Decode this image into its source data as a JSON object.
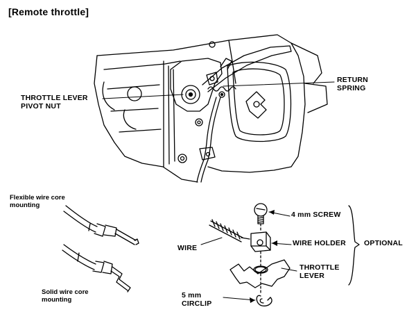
{
  "title": "[Remote throttle]",
  "labels": {
    "throttle_lever_pivot_nut": [
      "THROTTLE LEVER",
      "PIVOT NUT"
    ],
    "return_spring": [
      "RETURN",
      "SPRING"
    ],
    "flexible_mounting": [
      "Flexible wire core",
      "mounting"
    ],
    "solid_mounting": [
      "Solid wire core",
      "mounting"
    ],
    "screw": "4 mm SCREW",
    "wire": "WIRE",
    "wire_holder": "WIRE HOLDER",
    "optional": "OPTIONAL",
    "throttle_lever": [
      "THROTTLE",
      "LEVER"
    ],
    "circlip": [
      "5 mm",
      "CIRCLIP"
    ]
  },
  "colors": {
    "ink": "#000000",
    "paper": "#ffffff"
  }
}
